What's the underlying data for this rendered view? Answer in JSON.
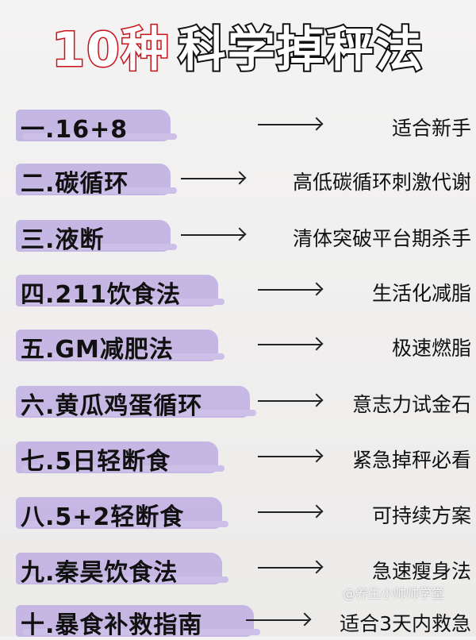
{
  "title": {
    "number": "10种",
    "rest": "科学掉秤法"
  },
  "items": [
    {
      "label": "一.16+8",
      "desc": "适合新手"
    },
    {
      "label": "二.碳循环",
      "desc": "高低碳循环刺激代谢"
    },
    {
      "label": "三.液断",
      "desc": "清体突破平台期杀手"
    },
    {
      "label": "四.211饮食法",
      "desc": "生活化减脂"
    },
    {
      "label": "五.GM减肥法",
      "desc": "极速燃脂"
    },
    {
      "label": "六.黄瓜鸡蛋循环",
      "desc": "意志力试金石"
    },
    {
      "label": "七.5日轻断食",
      "desc": "紧急掉秤必看"
    },
    {
      "label": "八.5+2轻断食",
      "desc": "可持续方案"
    },
    {
      "label": "九.秦昊饮食法",
      "desc": "急速瘦身法"
    },
    {
      "label": "十.暴食补救指南",
      "desc": "适合3天内救急"
    }
  ],
  "watermark": "@养生小帅帅学堂"
}
